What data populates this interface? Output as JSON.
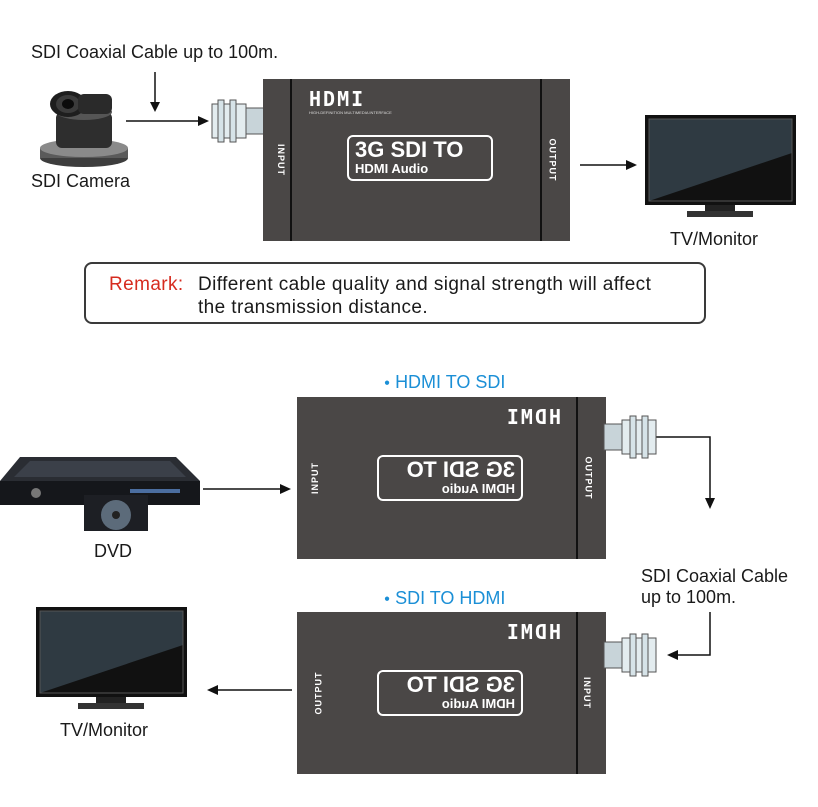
{
  "top": {
    "cable_label": "SDI Coaxial Cable up to 100m.",
    "camera_label": "SDI Camera",
    "monitor_label": "TV/Monitor",
    "device": {
      "brand": "HDMI",
      "brand_subtitle": "HIGH-DEFINITION MULTIMEDIA INTERFACE",
      "model_line1": "3G SDI TO",
      "model_line2": "HDMI Audio",
      "input_label": "INPUT",
      "output_label": "OUTPUT"
    }
  },
  "remark": {
    "label": "Remark:",
    "line1": "Different cable quality and signal strength will affect",
    "line2": "the transmission distance."
  },
  "bottom": {
    "hdmi_to_sdi_title": "HDMI TO SDI",
    "sdi_to_hdmi_title": "SDI TO HDMI",
    "dvd_label": "DVD",
    "monitor_label": "TV/Monitor",
    "cable_label_line1": "SDI Coaxial Cable",
    "cable_label_line2": "up to 100m.",
    "box1": {
      "input_label": "INPUT",
      "output_label": "OUTPUT"
    },
    "box2": {
      "input_label": "INPUT",
      "output_label": "OUTPUT"
    }
  },
  "colors": {
    "device_body": "#4a4746",
    "title_blue": "#1b8fd6",
    "remark_red": "#d62b1f"
  },
  "icons": [
    "ptz-camera-icon",
    "monitor-icon",
    "dvd-player-icon",
    "bnc-connector-icon",
    "arrow-icon"
  ]
}
